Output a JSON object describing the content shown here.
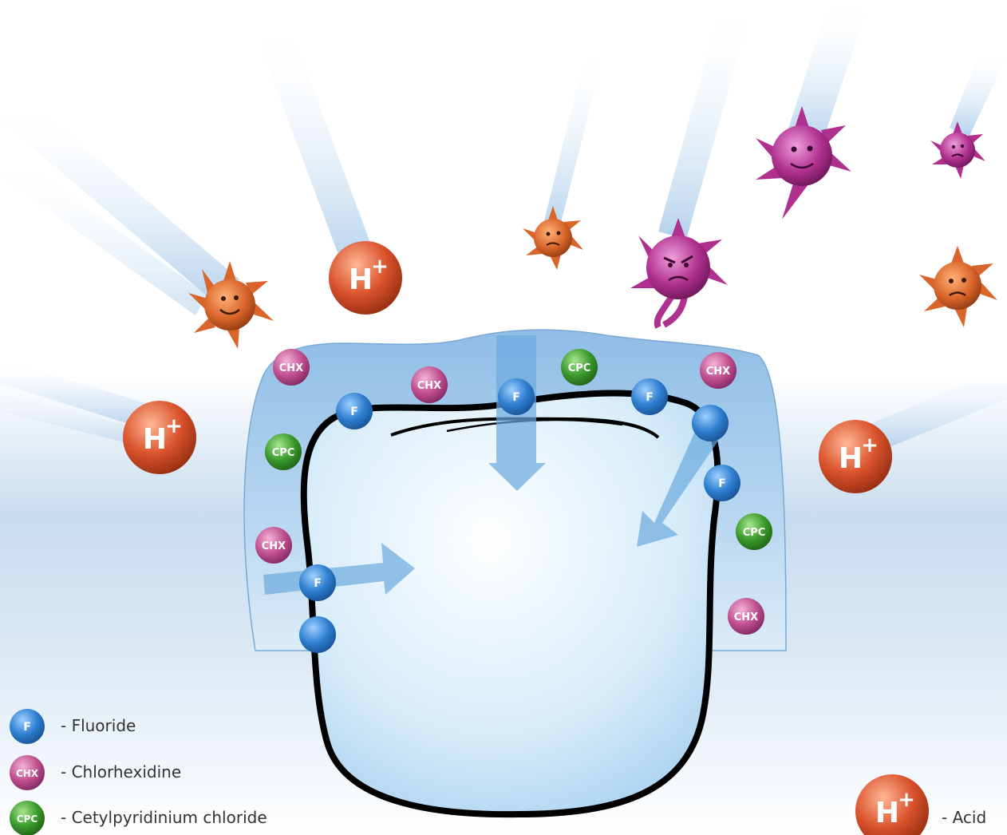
{
  "labels": {
    "fluoride_symbol": "F",
    "chlorhexidine_symbol": "CHX",
    "cpc_symbol": "CPC",
    "acid_symbol": "H",
    "acid_superscript": "+"
  },
  "legend": {
    "fluoride": "- Fluoride",
    "chlorhexidine": "- Chlorhexidine",
    "cpc": "- Cetylpyridinium chloride",
    "acid": "- Acid"
  },
  "colors": {
    "fluoride": "#2e7fd0",
    "chlorhexidine": "#c0508f",
    "cpc": "#3a9a2c",
    "acid": "#d9522b",
    "bacteria_orange": "#d9652a",
    "bacteria_magenta": "#b0308f",
    "protective_layer": "#a9cbe9",
    "tooth": "#d7ecf8",
    "background_band": "#c6dcef"
  }
}
